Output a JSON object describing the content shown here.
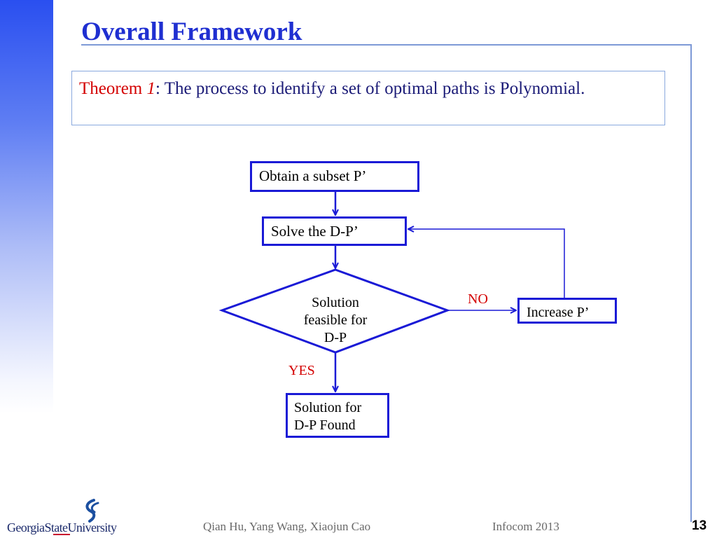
{
  "slide": {
    "title": "Overall Framework",
    "page_number": "13"
  },
  "theorem": {
    "label": "Theorem ",
    "number": "1",
    "text": ": The process to identify a set of optimal paths is Polynomial."
  },
  "flowchart": {
    "step_obtain": "Obtain a subset P’",
    "step_solve": "Solve the D-P’",
    "decision": [
      "Solution",
      "feasible for",
      "D-P"
    ],
    "label_no": "NO",
    "label_yes": "YES",
    "step_increase": "Increase P’",
    "result": [
      "Solution for",
      "D-P Found"
    ]
  },
  "footer": {
    "logo_text": "GeorgiaStateUniversity",
    "authors": "Qian Hu, Yang Wang,  Xiaojun Cao",
    "conference": "Infocom 2013"
  },
  "colors": {
    "title": "#1f2fd1",
    "box_border": "#1a1ad6",
    "label_red": "#d40000",
    "rule": "#7d99d6"
  }
}
